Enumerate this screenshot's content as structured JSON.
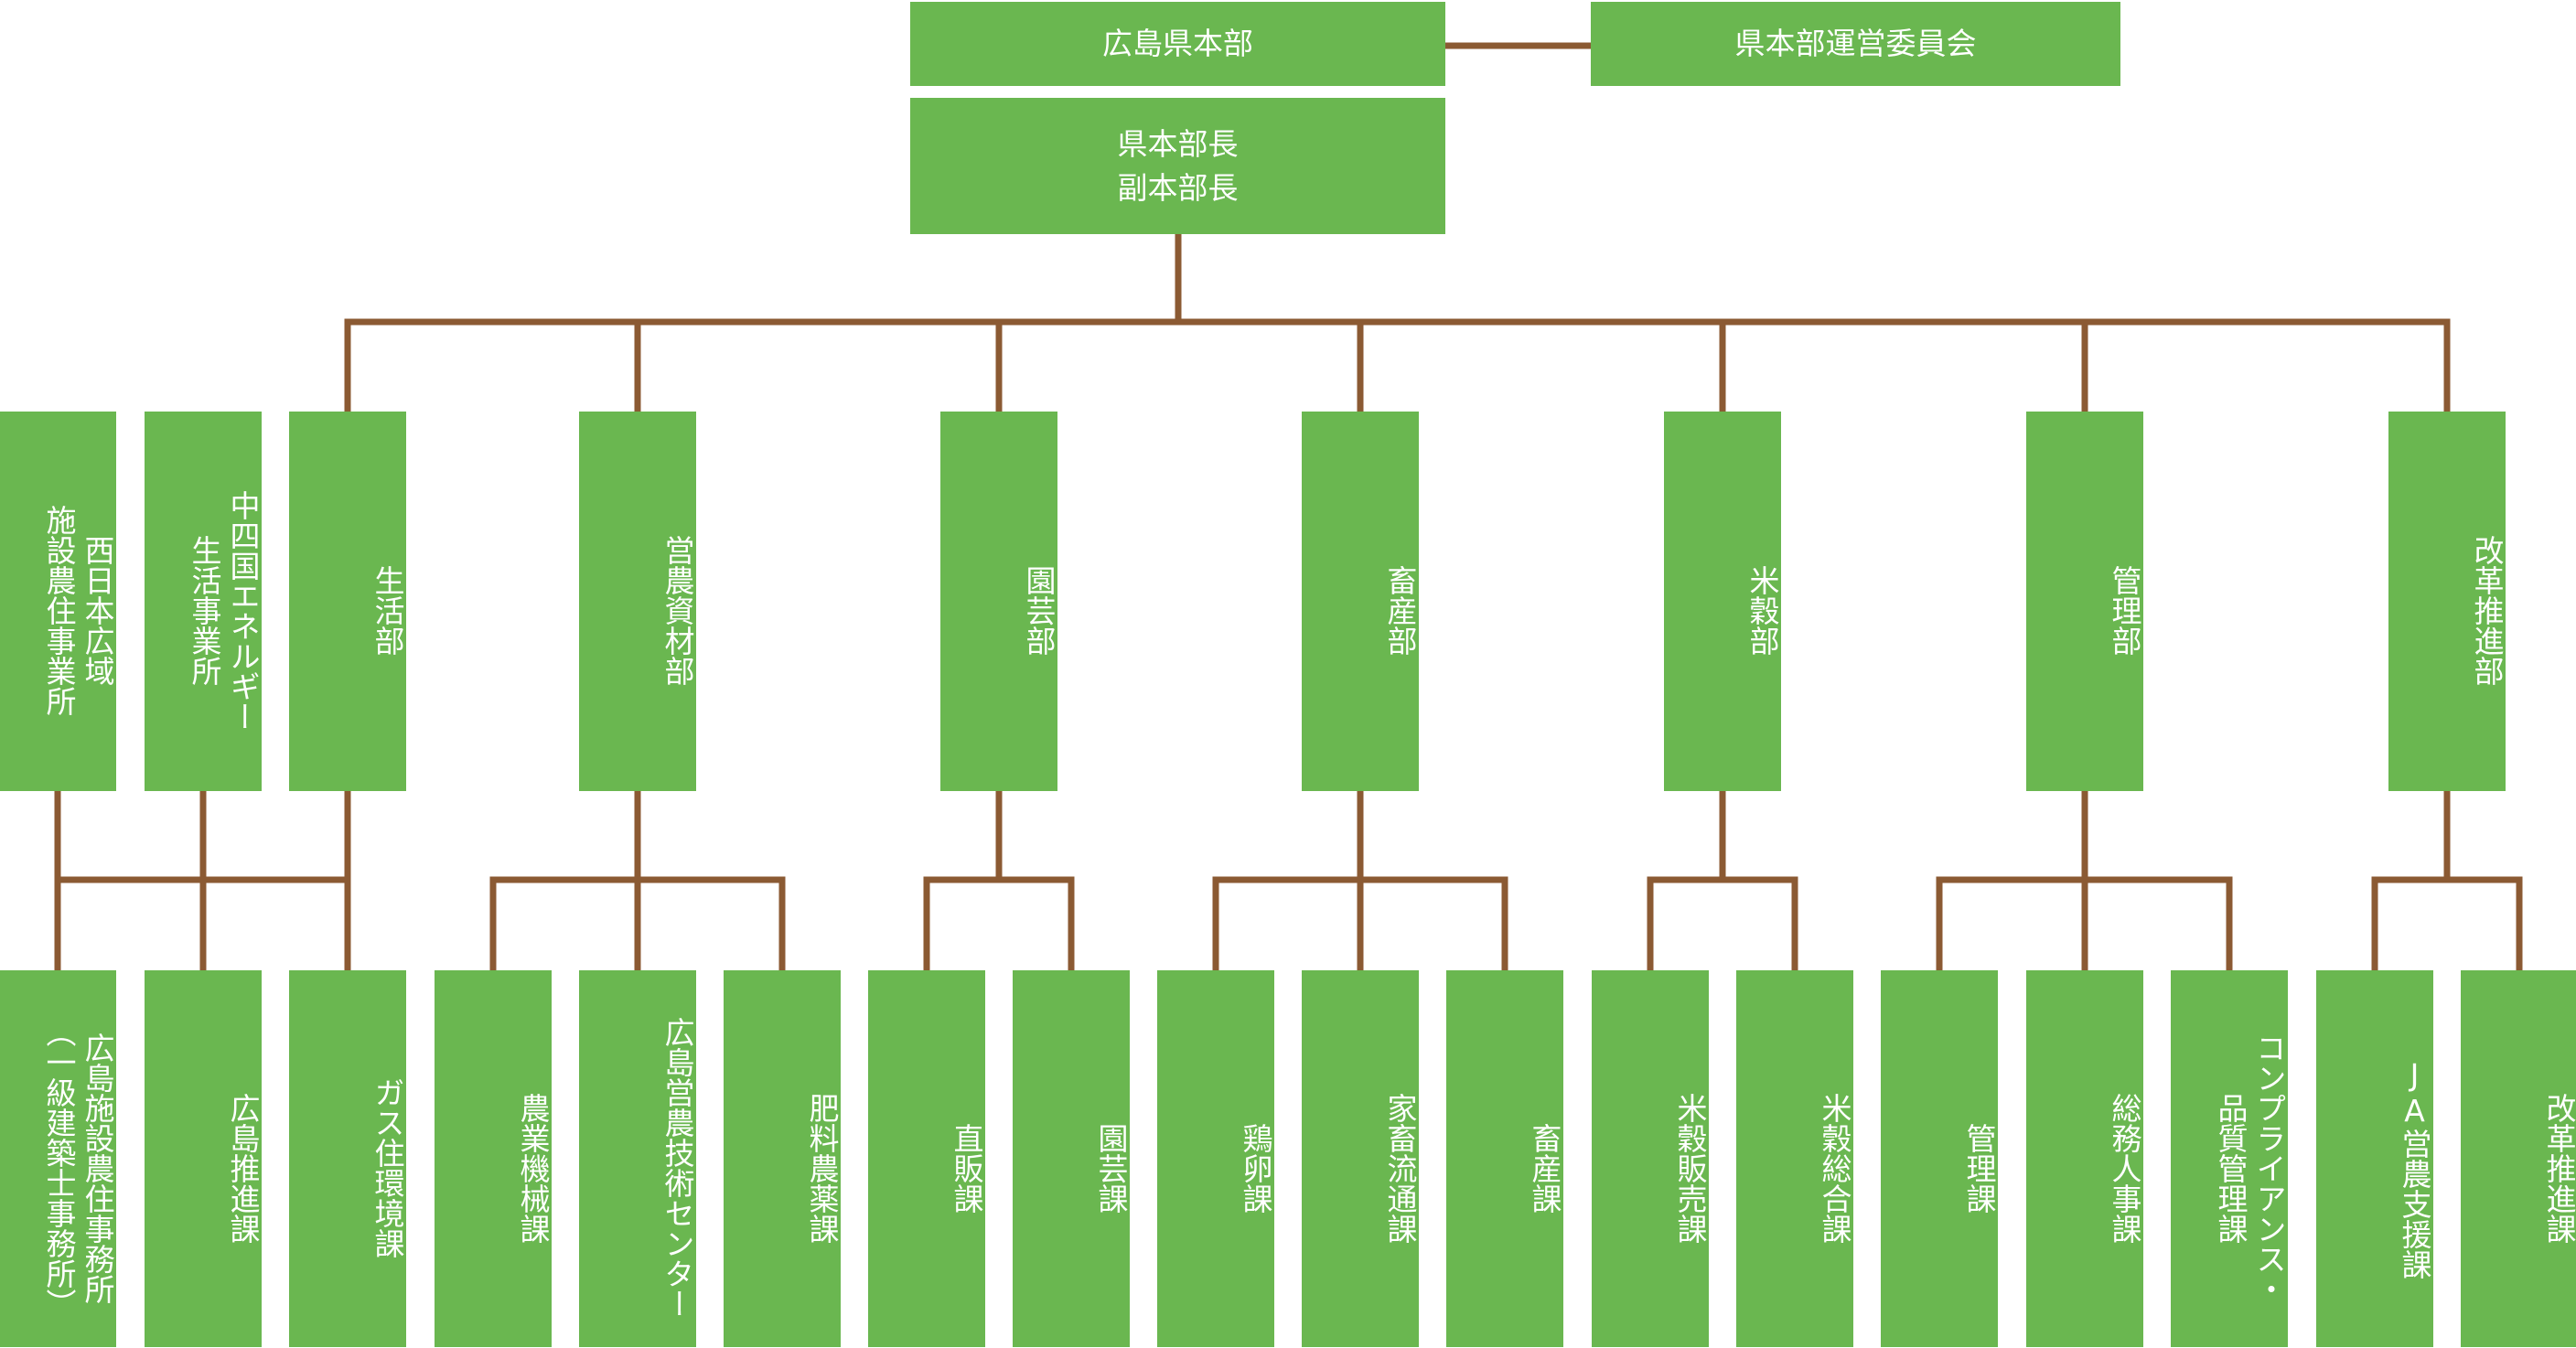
{
  "top": {
    "hq": "広島県本部",
    "committee": "県本部運営委員会",
    "head_line1": "県本部長",
    "head_line2": "副本部長"
  },
  "departments": [
    {
      "name": "西日本広域施設農住事業所",
      "lines": [
        "西日本広域",
        "施設農住事業所"
      ],
      "sections": []
    },
    {
      "name": "中四国エネルギー生活事業所",
      "lines": [
        "中四国エネルギー",
        "生活事業所"
      ],
      "sections": []
    },
    {
      "name": "生活部",
      "lines": [
        "生活部"
      ],
      "sections": []
    },
    {
      "name": "営農資材部",
      "lines": [
        "営農資材部"
      ],
      "sections": [
        {
          "lines": [
            "農業機械課"
          ]
        },
        {
          "lines": [
            "広島営農技術センター"
          ]
        },
        {
          "lines": [
            "肥料農薬課"
          ]
        }
      ]
    },
    {
      "name": "園芸部",
      "lines": [
        "園芸部"
      ],
      "sections": [
        {
          "lines": [
            "直販課"
          ]
        },
        {
          "lines": [
            "園芸課"
          ]
        }
      ]
    },
    {
      "name": "畜産部",
      "lines": [
        "畜産部"
      ],
      "sections": [
        {
          "lines": [
            "鶏卵課"
          ]
        },
        {
          "lines": [
            "家畜流通課"
          ]
        },
        {
          "lines": [
            "畜産課"
          ]
        }
      ]
    },
    {
      "name": "米穀部",
      "lines": [
        "米穀部"
      ],
      "sections": [
        {
          "lines": [
            "米穀販売課"
          ]
        },
        {
          "lines": [
            "米穀総合課"
          ]
        }
      ]
    },
    {
      "name": "管理部",
      "lines": [
        "管理部"
      ],
      "sections": [
        {
          "lines": [
            "管理課"
          ]
        },
        {
          "lines": [
            "総務人事課"
          ]
        },
        {
          "lines": [
            "コンプライアンス・",
            "品質管理課"
          ]
        }
      ]
    },
    {
      "name": "改革推進部",
      "lines": [
        "改革推進部"
      ],
      "sections": [
        {
          "lines": [
            "JA営農支援課"
          ]
        },
        {
          "lines": [
            "改革推進課"
          ]
        }
      ]
    }
  ],
  "shared_sections": {
    "parents": [
      "西日本広域施設農住事業所",
      "中四国エネルギー生活事業所",
      "生活部"
    ],
    "items": [
      {
        "lines": [
          "広島施設農住事務所",
          "（一級建築士事務所）"
        ]
      },
      {
        "lines": [
          "広島推進課"
        ]
      },
      {
        "lines": [
          "ガス住環境課"
        ]
      }
    ]
  },
  "colors": {
    "box": "#6ab750",
    "line": "#8b5a33",
    "text": "#ffffff"
  }
}
